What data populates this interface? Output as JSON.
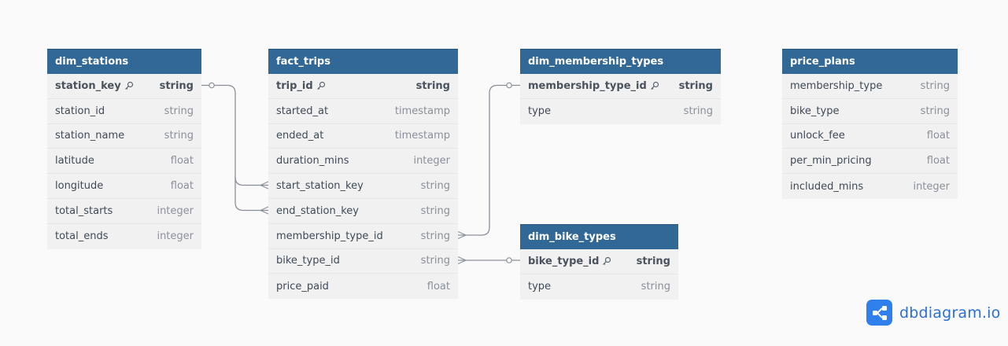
{
  "tables": [
    {
      "name": "dim_stations",
      "fields": [
        {
          "name": "station_key",
          "type": "string",
          "pk": true
        },
        {
          "name": "station_id",
          "type": "string",
          "pk": false
        },
        {
          "name": "station_name",
          "type": "string",
          "pk": false
        },
        {
          "name": "latitude",
          "type": "float",
          "pk": false
        },
        {
          "name": "longitude",
          "type": "float",
          "pk": false
        },
        {
          "name": "total_starts",
          "type": "integer",
          "pk": false
        },
        {
          "name": "total_ends",
          "type": "integer",
          "pk": false
        }
      ]
    },
    {
      "name": "fact_trips",
      "fields": [
        {
          "name": "trip_id",
          "type": "string",
          "pk": true
        },
        {
          "name": "started_at",
          "type": "timestamp",
          "pk": false
        },
        {
          "name": "ended_at",
          "type": "timestamp",
          "pk": false
        },
        {
          "name": "duration_mins",
          "type": "integer",
          "pk": false
        },
        {
          "name": "start_station_key",
          "type": "string",
          "pk": false
        },
        {
          "name": "end_station_key",
          "type": "string",
          "pk": false
        },
        {
          "name": "membership_type_id",
          "type": "string",
          "pk": false
        },
        {
          "name": "bike_type_id",
          "type": "string",
          "pk": false
        },
        {
          "name": "price_paid",
          "type": "float",
          "pk": false
        }
      ]
    },
    {
      "name": "dim_membership_types",
      "fields": [
        {
          "name": "membership_type_id",
          "type": "string",
          "pk": true
        },
        {
          "name": "type",
          "type": "string",
          "pk": false
        }
      ]
    },
    {
      "name": "dim_bike_types",
      "fields": [
        {
          "name": "bike_type_id",
          "type": "string",
          "pk": true
        },
        {
          "name": "type",
          "type": "string",
          "pk": false
        }
      ]
    },
    {
      "name": "price_plans",
      "fields": [
        {
          "name": "membership_type",
          "type": "string",
          "pk": false
        },
        {
          "name": "bike_type",
          "type": "string",
          "pk": false
        },
        {
          "name": "unlock_fee",
          "type": "float",
          "pk": false
        },
        {
          "name": "per_min_pricing",
          "type": "float",
          "pk": false
        },
        {
          "name": "included_mins",
          "type": "integer",
          "pk": false
        }
      ]
    }
  ],
  "relationships": [
    {
      "from": "dim_stations.station_key",
      "to": "fact_trips.start_station_key",
      "type": "one-to-many"
    },
    {
      "from": "dim_stations.station_key",
      "to": "fact_trips.end_station_key",
      "type": "one-to-many"
    },
    {
      "from": "dim_membership_types.membership_type_id",
      "to": "fact_trips.membership_type_id",
      "type": "one-to-many"
    },
    {
      "from": "dim_bike_types.bike_type_id",
      "to": "fact_trips.bike_type_id",
      "type": "one-to-many"
    }
  ],
  "brand": {
    "name": "dbdiagram.io",
    "icon": "share-nodes-icon",
    "accent": "#2f80ed"
  },
  "colors": {
    "header": "#316896",
    "body": "#f1f1f2",
    "connector": "#8a9099"
  }
}
